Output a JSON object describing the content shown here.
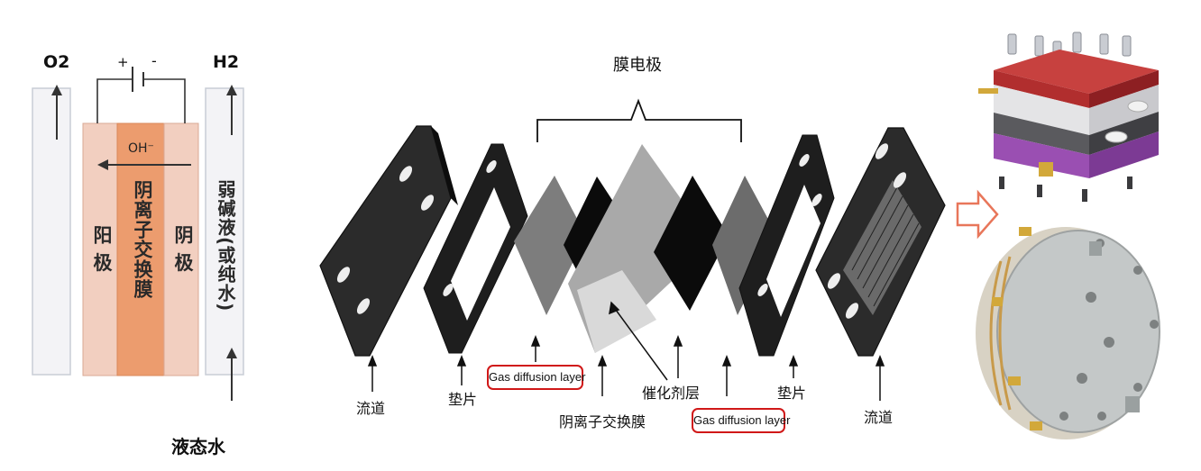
{
  "cell": {
    "o2": "O2",
    "h2": "H2",
    "plus": "+",
    "minus": "-",
    "ion": "OH⁻",
    "anode": "阳 极",
    "membrane": "阴离子交换膜",
    "cathode": "阴 极",
    "electrolyte": "弱碱液(或纯水)",
    "liquid_water": "液态水"
  },
  "stack": {
    "mea": "膜电极",
    "flow_left": "流道",
    "gasket_left": "垫片",
    "gdl_left": "Gas diffusion layer",
    "membrane": "阴离子交换膜",
    "catalyst": "催化剂层",
    "gdl_right": "Gas diffusion layer",
    "gasket_right": "垫片",
    "flow_right": "流道"
  },
  "colors": {
    "anode": "#f2cfc0",
    "membrane": "#ec9c6e",
    "water": "#f3f3f6",
    "highlight": "#d01818",
    "arrow": "#e8765a"
  }
}
